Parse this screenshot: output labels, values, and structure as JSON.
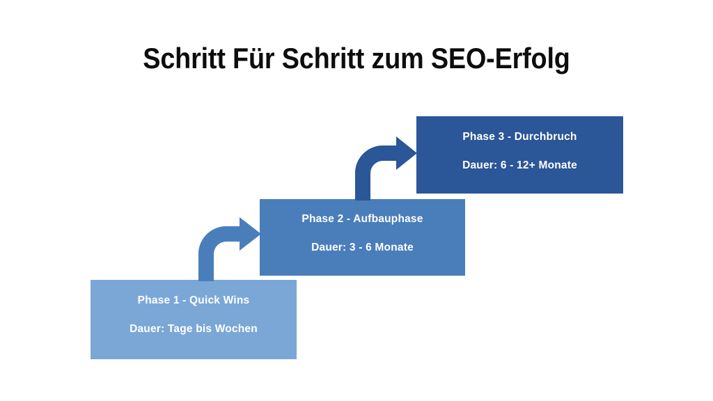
{
  "slide": {
    "background_color": "#ffffff",
    "title": "Schritt Für Schritt zum SEO-Erfolg",
    "title_color": "#0d0d0d"
  },
  "phases": [
    {
      "id": "phase-1",
      "title": "Phase 1 - Quick Wins",
      "duration": "Dauer: Tage bis Wochen",
      "color": "#7ba7d7",
      "text_color": "#ffffff"
    },
    {
      "id": "phase-2",
      "title": "Phase 2 - Aufbauphase",
      "duration": "Dauer: 3 - 6 Monate",
      "color": "#4a7ebb",
      "text_color": "#ffffff"
    },
    {
      "id": "phase-3",
      "title": "Phase 3 - Durchbruch",
      "duration": "Dauer: 6 - 12+ Monate",
      "color": "#2b5697",
      "text_color": "#ffffff"
    }
  ],
  "arrows": [
    {
      "id": "arrow-phase-1-to-phase-2",
      "from": "phase-1",
      "to": "phase-2",
      "color": "#4a7ebb",
      "direction": "up-right"
    },
    {
      "id": "arrow-phase-2-to-phase-3",
      "from": "phase-2",
      "to": "phase-3",
      "color": "#2b5697",
      "direction": "up-right"
    }
  ]
}
